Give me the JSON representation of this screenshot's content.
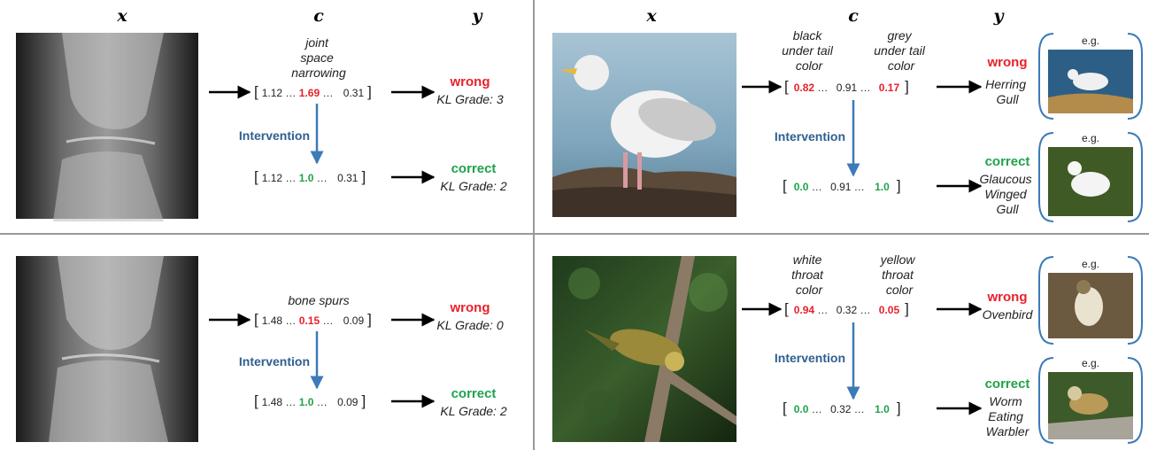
{
  "headers": {
    "x": "x",
    "c": "c",
    "y": "y"
  },
  "colors": {
    "wrong": "#e8212b",
    "correct": "#1fa34a",
    "intervention": "#3c7ab8",
    "divider": "#999999"
  },
  "icons": {
    "xray_image": "knee-xray-image",
    "bird_image": "bird-photo-image"
  },
  "panels": {
    "tl": {
      "concept": [
        "joint",
        "space",
        "narrowing"
      ],
      "vec_before": {
        "a": "1.12",
        "b": "1.69",
        "c": "0.31"
      },
      "vec_after": {
        "a": "1.12",
        "b": "1.0",
        "c": "0.31"
      },
      "wrong_label": "wrong",
      "wrong_pred": "KL Grade: 3",
      "correct_label": "correct",
      "correct_pred": "KL Grade: 2",
      "intervention": "Intervention"
    },
    "bl": {
      "concept": [
        "bone spurs"
      ],
      "vec_before": {
        "a": "1.48",
        "b": "0.15",
        "c": "0.09"
      },
      "vec_after": {
        "a": "1.48",
        "b": "1.0",
        "c": "0.09"
      },
      "wrong_label": "wrong",
      "wrong_pred": "KL Grade: 0",
      "correct_label": "correct",
      "correct_pred": "KL Grade: 2",
      "intervention": "Intervention"
    },
    "tr": {
      "concept1": [
        "black",
        "under tail",
        "color"
      ],
      "concept2": [
        "grey",
        "under tail",
        "color"
      ],
      "vec_before": {
        "a": "0.82",
        "b": "0.91",
        "c": "0.17"
      },
      "vec_after": {
        "a": "0.0",
        "b": "0.91",
        "c": "1.0"
      },
      "wrong_label": "wrong",
      "wrong_pred": [
        "Herring",
        "Gull"
      ],
      "correct_label": "correct",
      "correct_pred": [
        "Glaucous",
        "Winged",
        "Gull"
      ],
      "intervention": "Intervention",
      "eg": "e.g."
    },
    "br": {
      "concept1": [
        "white",
        "throat",
        "color"
      ],
      "concept2": [
        "yellow",
        "throat",
        "color"
      ],
      "vec_before": {
        "a": "0.94",
        "b": "0.32",
        "c": "0.05"
      },
      "vec_after": {
        "a": "0.0",
        "b": "0.32",
        "c": "1.0"
      },
      "wrong_label": "wrong",
      "wrong_pred": [
        "Ovenbird"
      ],
      "correct_label": "correct",
      "correct_pred": [
        "Worm",
        "Eating",
        "Warbler"
      ],
      "intervention": "Intervention",
      "eg": "e.g."
    }
  }
}
